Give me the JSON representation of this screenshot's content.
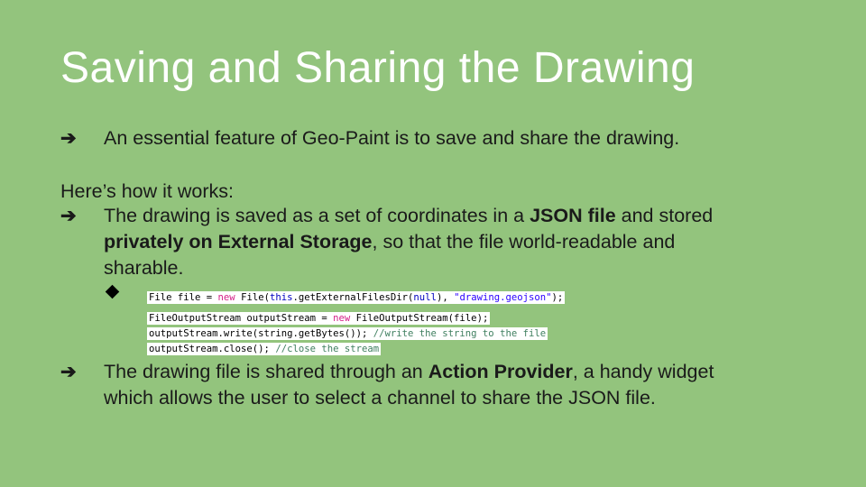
{
  "title": "Saving and Sharing the Drawing",
  "bullet1": "An essential feature of Geo-Paint is to save and share the drawing.",
  "intro": "Here’s how it works:",
  "bullet2": {
    "part1": "The drawing is saved as a set of coordinates in a ",
    "bold1": "JSON file",
    "part2": " and stored",
    "bold2": "privately on External Storage",
    "part3": ", so that the file world-readable and",
    "part4": "sharable."
  },
  "code_lines": [
    "File file = new File(this.getExternalFilesDir(null), \"drawing.geojson\");",
    "FileOutputStream outputStream = new FileOutputStream(file);",
    "outputStream.write(string.getBytes()); //write the string to the file",
    "outputStream.close(); //close the stream"
  ],
  "bullet3": {
    "part1": "The drawing file is shared through an ",
    "bold1": "Action Provider",
    "part2": ", a handy widget",
    "line2": "which allows the user to select a channel to share the JSON file."
  },
  "arrow_glyph": "➔"
}
